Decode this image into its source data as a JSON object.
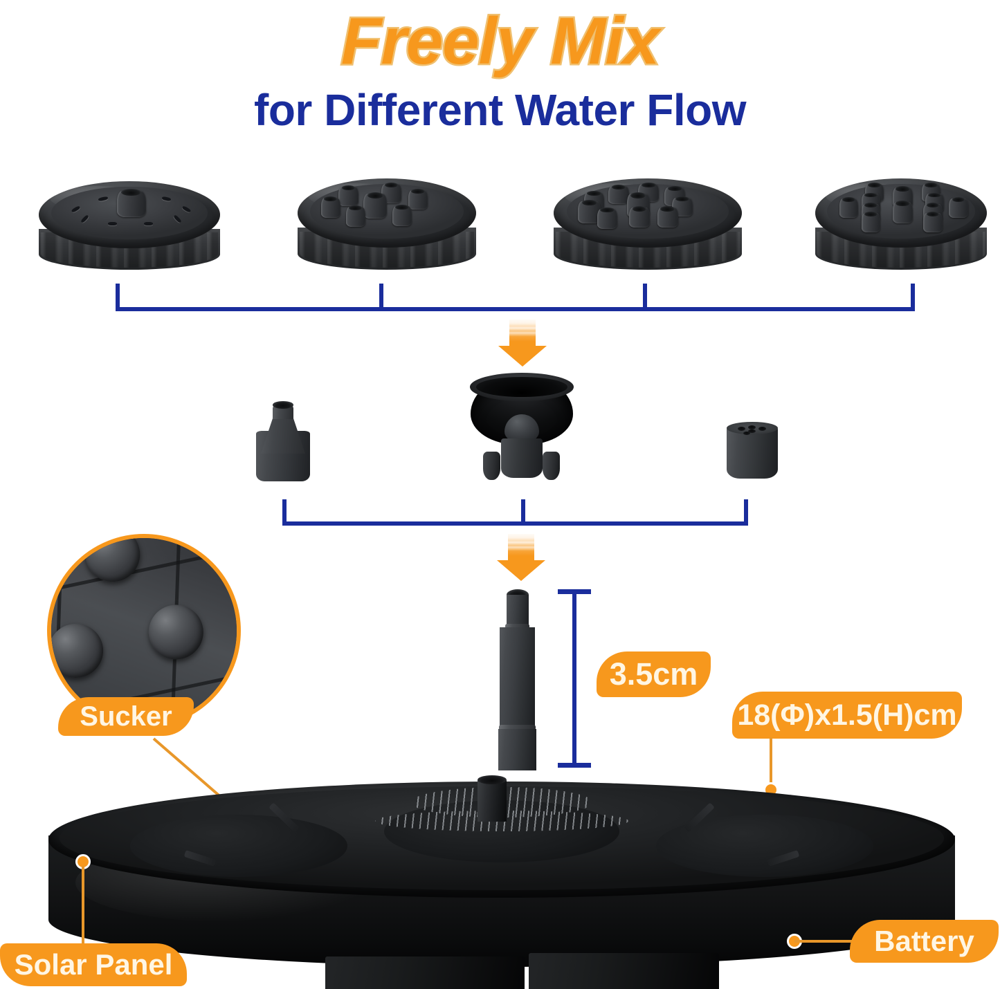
{
  "headings": {
    "title": "Freely Mix",
    "subtitle": "for Different Water Flow"
  },
  "colors": {
    "orange": "#F7981D",
    "orange_line": "#E8972A",
    "navy": "#1A2D9C",
    "title_outline": "#F0C070",
    "label_text": "#FFF6E4",
    "product_black": "#1a1c1e"
  },
  "nozzle_heads": [
    {
      "name": "single-jet-spray-head",
      "nozzle_count": 1,
      "style": "center cone with ring of slit holes"
    },
    {
      "name": "seven-jet-spray-head",
      "nozzle_count": 7,
      "style": "ring of cone nozzles plus center"
    },
    {
      "name": "ten-jet-spray-head",
      "nozzle_count": 10,
      "style": "dense ring of cone nozzles"
    },
    {
      "name": "twelve-jet-spray-head",
      "nozzle_count": 12,
      "style": "grid rows of cone nozzles"
    }
  ],
  "adapters": [
    {
      "name": "tapered-cone-adapter",
      "style": "tapered cone with single top opening"
    },
    {
      "name": "bell-diffuser-adapter",
      "style": "wide funnel bowl with center dome"
    },
    {
      "name": "multi-hole-cylinder-adapter",
      "style": "short cylinder with five holes"
    }
  ],
  "connectors": {
    "bracket_1_ticks": 4,
    "bracket_2_ticks": 3,
    "arrow_direction": "down"
  },
  "callouts": [
    {
      "id": "sucker",
      "label": "Sucker",
      "style": "zoom-circle"
    },
    {
      "id": "solar-panel",
      "label": "Solar Panel",
      "style": "leader-dot"
    },
    {
      "id": "battery",
      "label": "Battery",
      "style": "leader-dot"
    },
    {
      "id": "panel-size",
      "label": "18(Φ)x1.5(H)cm",
      "style": "leader-dot"
    }
  ],
  "dimensions": {
    "tube_height": "3.5cm",
    "panel_size": "18(Φ)x1.5(H)cm"
  },
  "base": {
    "name": "solar-fountain-base",
    "suction_cup_count": 3
  }
}
